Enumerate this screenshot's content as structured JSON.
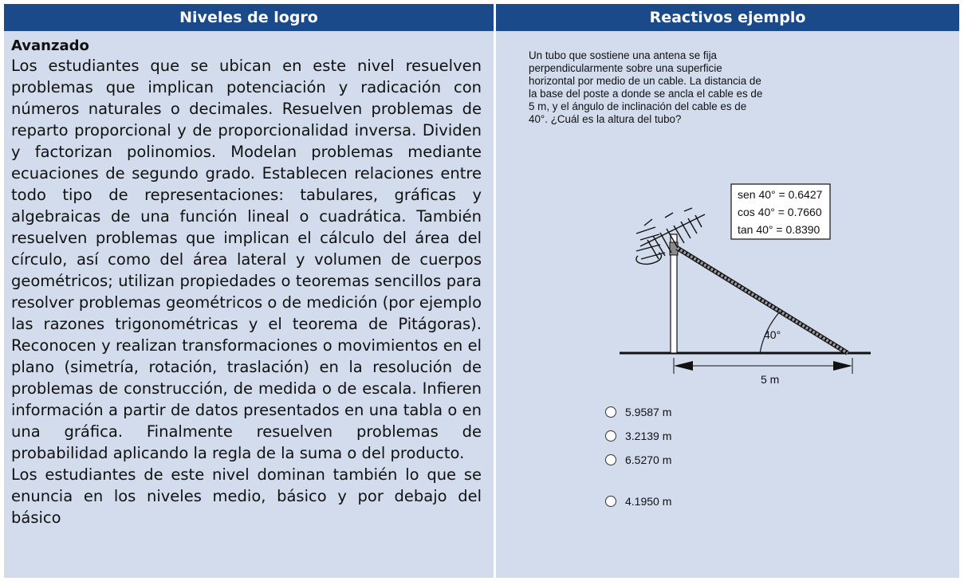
{
  "headers": {
    "left": "Niveles de logro",
    "right": "Reactivos ejemplo"
  },
  "level": {
    "title": "Avanzado",
    "paragraph1": "Los estudiantes que se ubican en este nivel resuelven problemas que implican potenciación y radicación con números naturales o decimales. Resuelven problemas de reparto proporcional y de proporcionalidad inversa. Dividen y factorizan polinomios. Modelan problemas mediante ecuaciones de segundo grado. Establecen relaciones entre todo tipo de representaciones: tabulares, gráficas y algebraicas de una función lineal o cuadrática. También resuelven problemas que implican el cálculo del área del círculo, así como del área lateral y volumen de cuerpos geométricos; utilizan propiedades o teoremas sencillos para resolver problemas geométricos o de medición (por ejemplo las razones trigonométricas y el teorema de Pitágoras). Reconocen y realizan transformaciones o movimientos en el plano (simetría, rotación, traslación) en la resolución de problemas de construcción, de medida o de escala. Infieren información a partir de datos presentados en una tabla o en una gráfica. Finalmente resuelven problemas de probabilidad aplicando la regla de la suma o del producto.",
    "paragraph2": "Los estudiantes de este nivel dominan también lo que se enuncia en los niveles medio, básico y por debajo del básico"
  },
  "question": {
    "text": "Un tubo que sostiene una antena se fija perpendicularmente sobre una superficie horizontal por medio de un cable. La distancia de la base del poste a donde se ancla el cable es de 5 m, y el ángulo de inclinación del cable es de 40°. ¿Cuál es la altura del tubo?",
    "trig": [
      "sen 40° = 0.6427",
      "cos 40° = 0.7660",
      "tan 40° = 0.8390"
    ],
    "angle_label": "40°",
    "distance_label": "5 m",
    "options": [
      "5.9587 m",
      "3.2139 m",
      "6.5270 m",
      "4.1950 m"
    ]
  }
}
